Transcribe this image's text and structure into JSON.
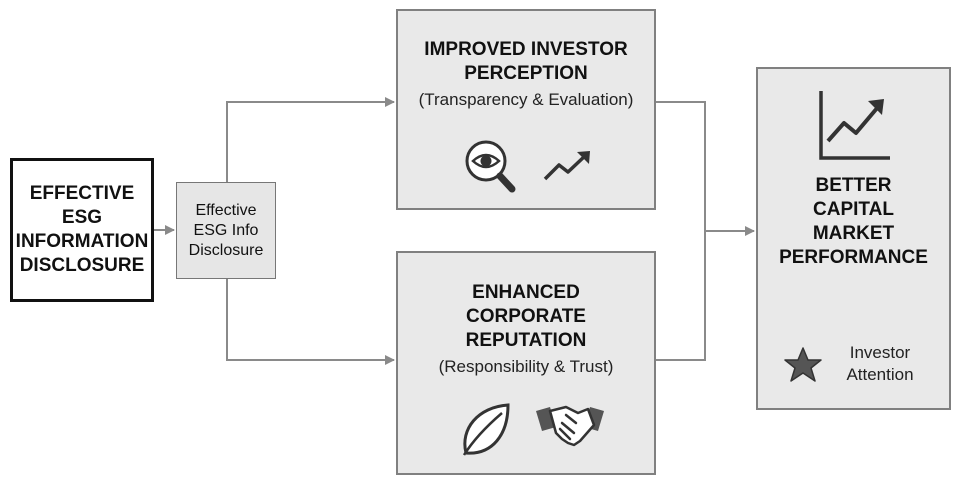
{
  "source": {
    "title": "EFFECTIVE\nESG\nINFORMATION\nDISCLOSURE"
  },
  "mediator": {
    "label": "Effective\nESG Info\nDisclosure"
  },
  "perception": {
    "title": "IMPROVED INVESTOR\nPERCEPTION",
    "subtitle": "(Transparency & Evaluation)",
    "icons": [
      "magnifier-eye-icon",
      "trend-up-icon"
    ]
  },
  "reputation": {
    "title": "ENHANCED\nCORPORATE\nREPUTATION",
    "subtitle": "(Responsibility & Trust)",
    "icons": [
      "leaf-icon",
      "handshake-icon"
    ]
  },
  "outcome": {
    "title": "BETTER\nCAPITAL\nMARKET\nPERFORMANCE",
    "note": "Investor\nAttention",
    "icons": [
      "growth-chart-icon",
      "star-icon"
    ]
  },
  "colors": {
    "line": "#8a8a8a",
    "box_fill": "#e9e9e9",
    "border_dark": "#111111"
  }
}
